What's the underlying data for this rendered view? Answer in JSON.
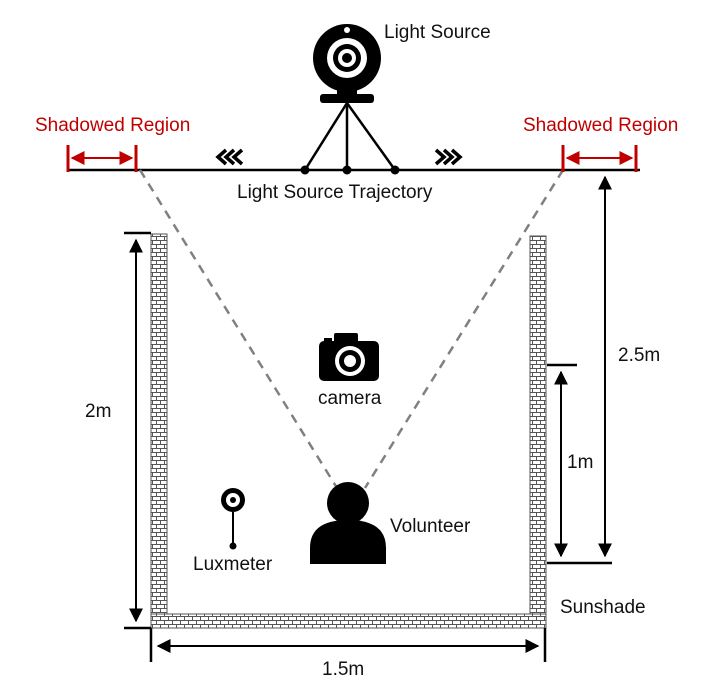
{
  "labels": {
    "light_source": "Light Source",
    "shadowed_region_left": "Shadowed Region",
    "shadowed_region_right": "Shadowed Region",
    "trajectory": "Light Source Trajectory",
    "camera": "camera",
    "volunteer": "Volunteer",
    "luxmeter": "Luxmeter",
    "sunshade": "Sunshade"
  },
  "dimensions": {
    "wall_height": "2m",
    "floor_width": "1.5m",
    "track_height": "2.5m",
    "sunshade_height": "1m"
  },
  "colors": {
    "accent_red": "#c00000",
    "ink": "#000000",
    "beam": "#808080"
  }
}
